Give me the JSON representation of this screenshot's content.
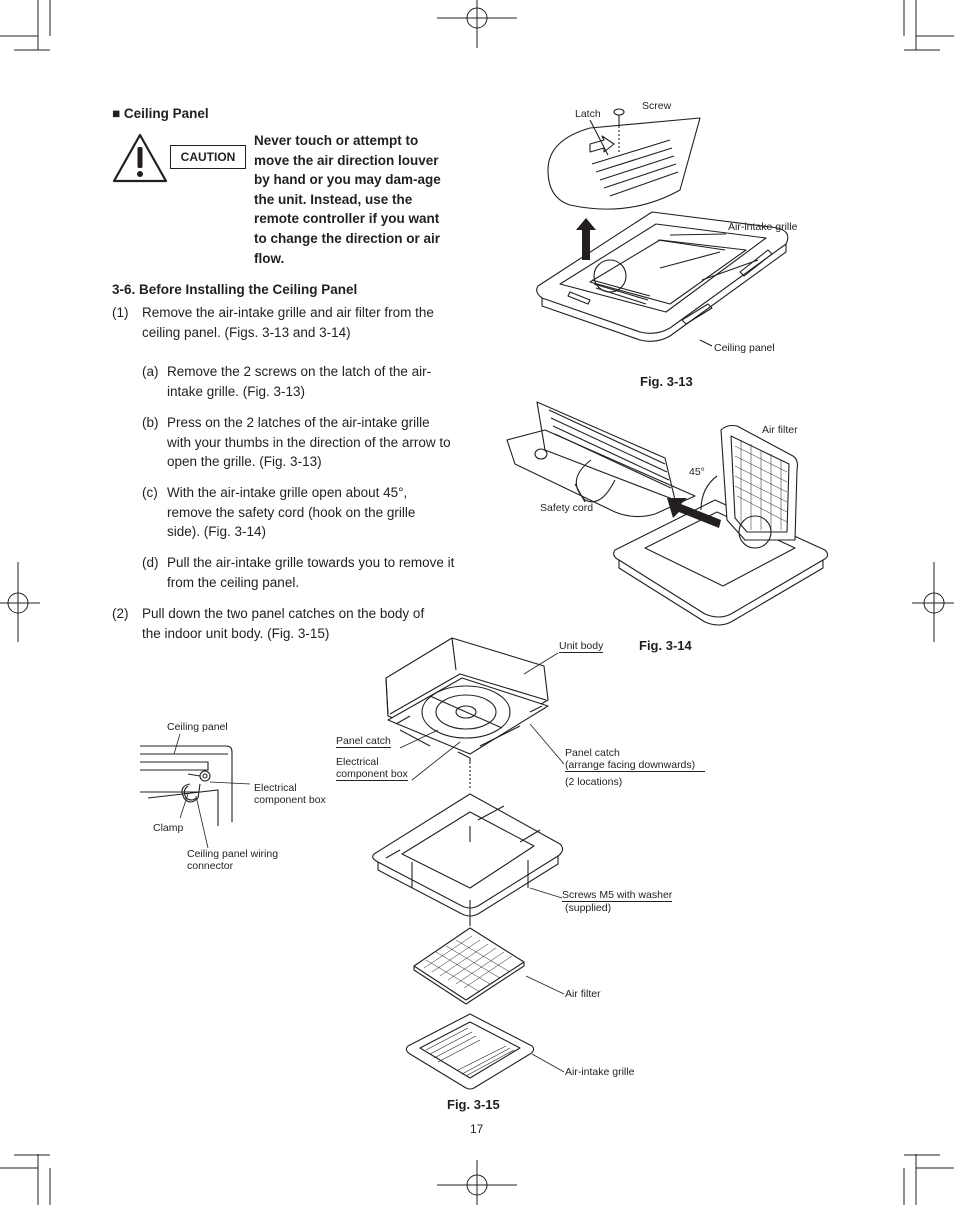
{
  "section": {
    "heading": "■ Ceiling Panel",
    "caution_label": "CAUTION",
    "caution_text": "Never touch or attempt to move the air direction louver by hand or you may dam-age the unit. Instead, use the remote controller if you want to change the direction or air flow.",
    "subheading": "3-6. Before Installing the Ceiling Panel"
  },
  "steps": [
    {
      "num": "(1)",
      "text": "Remove the air-intake grille and air filter from the ceiling panel. (Figs. 3-13 and 3-14)"
    },
    {
      "num": "(a)",
      "text": "Remove the 2 screws on the latch of the air-intake grille. (Fig. 3-13)"
    },
    {
      "num": "(b)",
      "text": "Press on the 2 latches of the air-intake grille with your thumbs in the direction of the arrow to open the grille. (Fig. 3-13)"
    },
    {
      "num": "(c)",
      "text": "With the air-intake grille open about 45°, remove the safety cord (hook on the grille side). (Fig. 3-14)"
    },
    {
      "num": "(d)",
      "text": "Pull the air-intake grille towards you to remove it from the ceiling panel."
    },
    {
      "num": "(2)",
      "text": "Pull down the two panel catches on the body of the indoor unit body. (Fig. 3-15)"
    }
  ],
  "fig13": {
    "caption": "Fig. 3-13",
    "labels": {
      "latch": "Latch",
      "screw": "Screw",
      "air_intake": "Air-intake grille",
      "ceiling_panel": "Ceiling panel"
    }
  },
  "fig14": {
    "caption": "Fig. 3-14",
    "labels": {
      "air_filter": "Air filter",
      "angle": "45°",
      "safety_cord": "Safety cord"
    }
  },
  "fig15": {
    "caption": "Fig. 3-15",
    "labels": {
      "unit_body": "Unit body",
      "ceiling_panel": "Ceiling panel",
      "panel_catch_left": "Panel catch",
      "electrical_box_1": "Electrical",
      "electrical_box_2": "component box",
      "panel_catch_right_1": "Panel catch",
      "panel_catch_right_2": "(arrange facing downwards)",
      "locations": "(2 locations)",
      "elec_box_inset_1": "Electrical",
      "elec_box_inset_2": "component box",
      "clamp": "Clamp",
      "wiring_1": "Ceiling panel wiring",
      "wiring_2": "connector",
      "screws_1": "Screws M5 with washer",
      "screws_2": "(supplied)",
      "air_filter": "Air filter",
      "air_intake": "Air-intake grille"
    }
  },
  "page_number": "17"
}
